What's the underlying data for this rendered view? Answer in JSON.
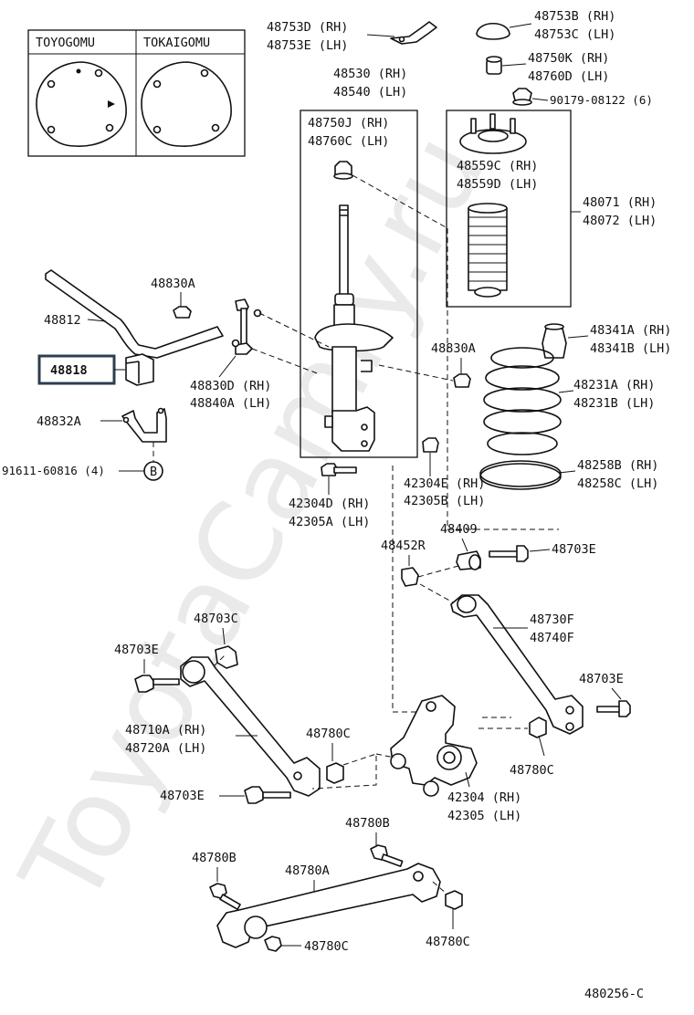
{
  "watermark": "ToyotaCamry.ru",
  "figure_code": "480256-C",
  "inset": {
    "left_title": "TOYOGOMU",
    "right_title": "TOKAIGOMU"
  },
  "labels": {
    "p48753D": "48753D (RH)",
    "p48753E": "48753E (LH)",
    "p48753B": "48753B (RH)",
    "p48753C": "48753C (LH)",
    "p48750K": "48750K (RH)",
    "p48760D": "48760D (LH)",
    "p90179": "90179-08122 (6)",
    "p48530": "48530 (RH)",
    "p48540": "48540 (LH)",
    "p48750J": "48750J (RH)",
    "p48760C": "48760C (LH)",
    "p48559C": "48559C (RH)",
    "p48559D": "48559D (LH)",
    "p48071": "48071 (RH)",
    "p48072": "48072 (LH)",
    "p48830A_top": "48830A",
    "p48812": "48812",
    "p48818": "48818",
    "p48830D": "48830D (RH)",
    "p48840A": "48840A (LH)",
    "p48832A": "48832A",
    "p91611": "91611-60816 (4)",
    "circle_b": "B",
    "p48341A": "48341A (RH)",
    "p48341B": "48341B (LH)",
    "p48830A_mid": "48830A",
    "p48231A": "48231A (RH)",
    "p48231B": "48231B (LH)",
    "p48258B": "48258B (RH)",
    "p48258C": "48258C (LH)",
    "p42304E": "42304E (RH)",
    "p42305B": "42305B (LH)",
    "p42304D": "42304D (RH)",
    "p42305A": "42305A (LH)",
    "p48409": "48409",
    "p48452R": "48452R",
    "p48703E_a": "48703E",
    "p48730F": "48730F",
    "p48740F": "48740F",
    "p48703C": "48703C",
    "p48703E_b": "48703E",
    "p48703E_c": "48703E",
    "p48710A": "48710A (RH)",
    "p48720A": "48720A (LH)",
    "p48780C_a": "48780C",
    "p48780C_b": "48780C",
    "p42304": "42304 (RH)",
    "p42305": "42305 (LH)",
    "p48703E_d": "48703E",
    "p48780B_a": "48780B",
    "p48780B_b": "48780B",
    "p48780A": "48780A",
    "p48780C_c": "48780C",
    "p48780C_d": "48780C"
  }
}
